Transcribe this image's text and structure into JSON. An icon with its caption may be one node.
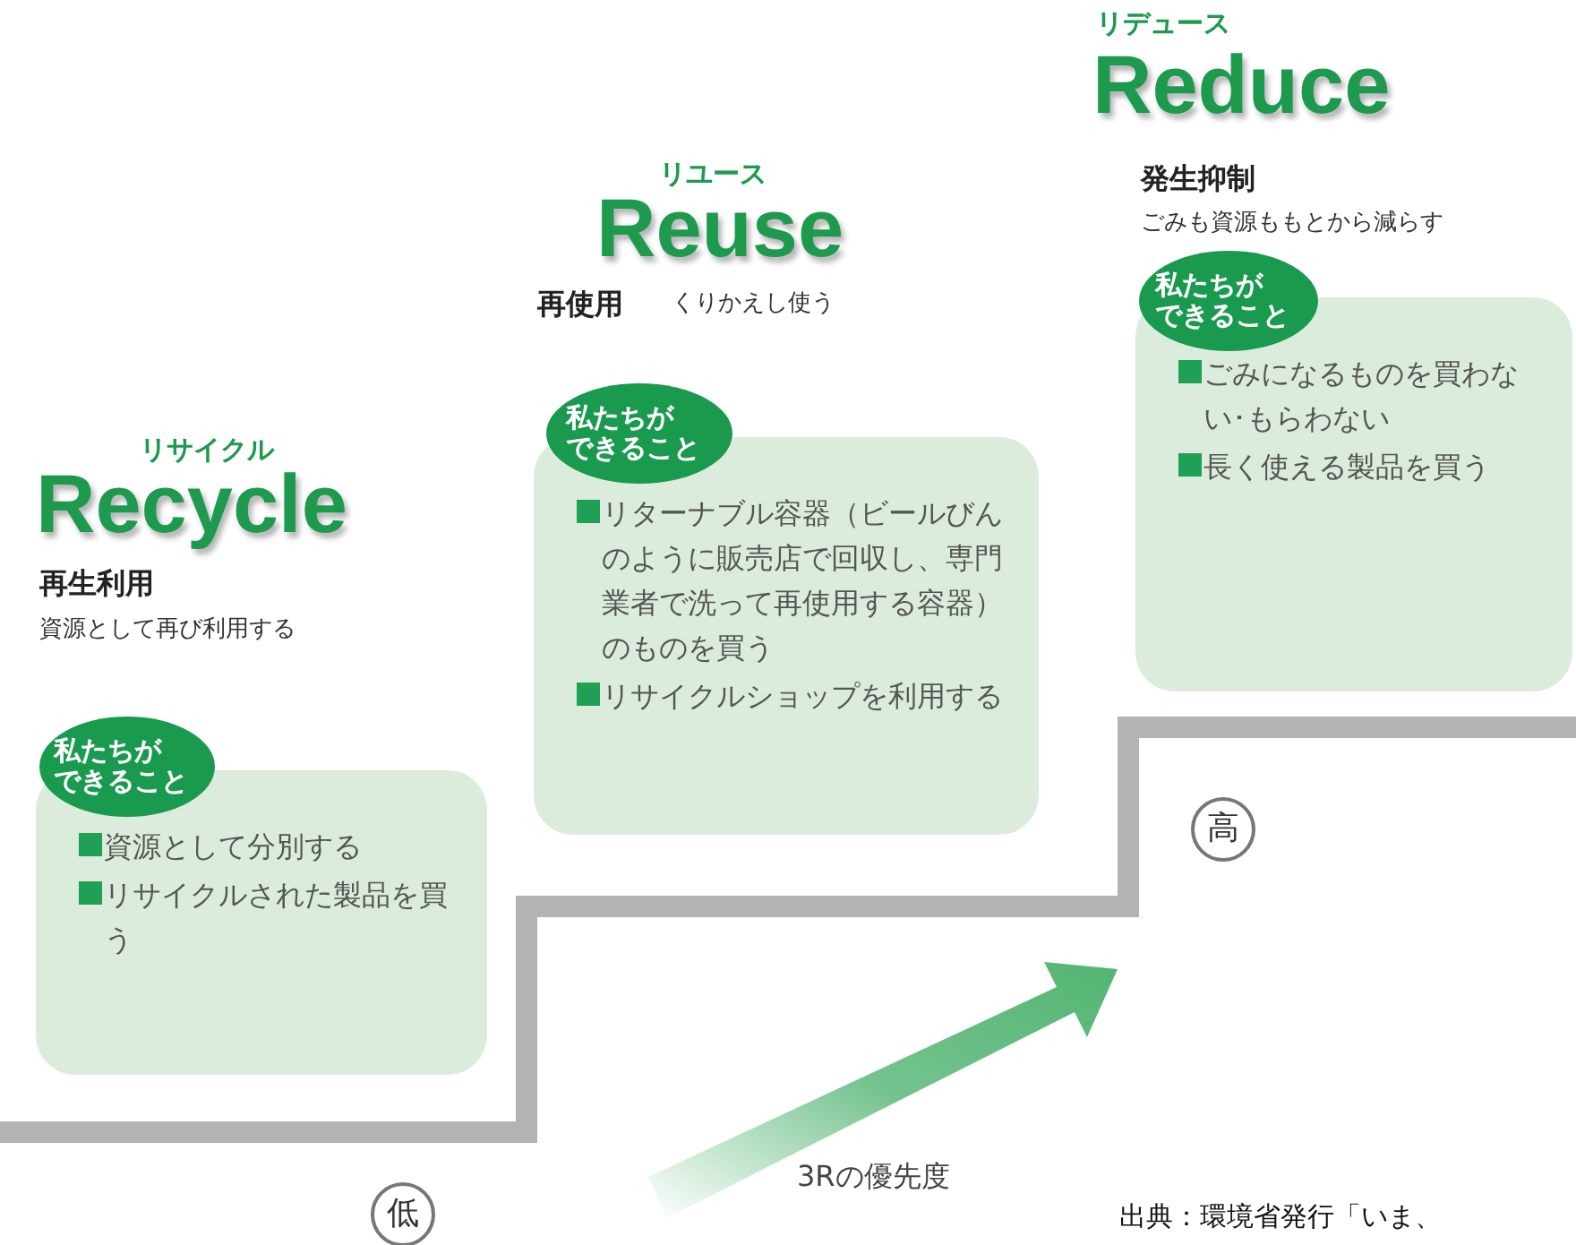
{
  "diagram": {
    "nodes": [
      {
        "text": [
          "私たちができること"
        ]
      },
      {
        "text": [
          "資源として分別する",
          "リサイクルされた製品を買う"
        ]
      },
      {
        "text": [
          "私たちができること"
        ]
      },
      {
        "text": [
          "リターナブル容器（ビールびんのように販売店で回収し、専門業者で洗って再使用する容器）のものを買う",
          "リサイクルショップを利用する"
        ]
      },
      {
        "text": [
          "私たちができること"
        ]
      },
      {
        "text": [
          "ごみになるものを買わない･もらわない",
          "長く使える製品を買う"
        ]
      },
      {
        "text": [
          "低"
        ]
      },
      {
        "text": [
          "高"
        ]
      }
    ],
    "edges": [],
    "labels": [
      "リサイクル",
      "Recycle",
      "再生利用",
      "資源として再び利用する",
      "リユース",
      "Reuse",
      "再使用",
      "くりかえし使う",
      "リデュース",
      "Reduce",
      "発生抑制",
      "ごみも資源ももとから減らす",
      "3Rの優先度",
      "出典：環境省発行「いま、"
    ]
  }
}
